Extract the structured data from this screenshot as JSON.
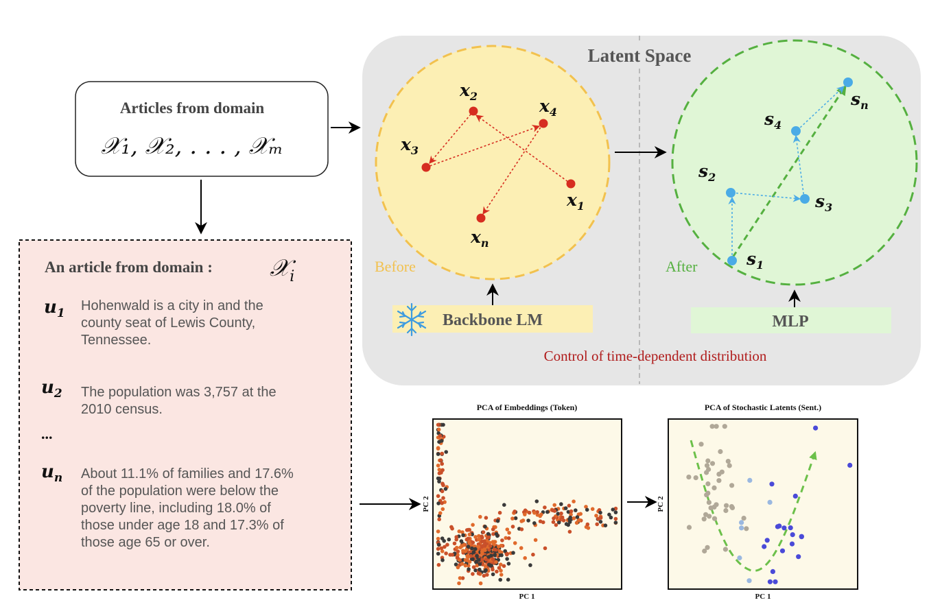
{
  "domain_box": {
    "title": "Articles from domain",
    "formula": "𝒳₁, 𝒳₂, . . . , 𝒳ₘ"
  },
  "article": {
    "title": "An article from domain :",
    "symbol": "𝒳",
    "symbol_sub": "i",
    "sentences": [
      {
        "label": "u",
        "sub": "1",
        "lines": [
          "Hohenwald is a city in and the",
          "county seat of Lewis County,",
          "Tennessee."
        ]
      },
      {
        "label": "u",
        "sub": "2",
        "lines": [
          "The population was 3,757 at the",
          "2010 census."
        ]
      },
      {
        "label": "u",
        "sub": "n",
        "lines": [
          "About 11.1% of families and 17.6%",
          "of the population were below the",
          "poverty line, including 18.0% of",
          "those under age 18 and 17.3% of",
          "those age 65 or over."
        ]
      }
    ],
    "ellipsis": "..."
  },
  "latent": {
    "title": "Latent Space",
    "before_label": "Before",
    "after_label": "After",
    "backbone_label": "Backbone LM",
    "mlp_label": "MLP",
    "control_label": "Control of time-dependent distribution",
    "before_points": [
      {
        "name": "x",
        "sub": "2"
      },
      {
        "name": "x",
        "sub": "4"
      },
      {
        "name": "x",
        "sub": "3"
      },
      {
        "name": "x",
        "sub": "1"
      },
      {
        "name": "x",
        "sub": "n"
      }
    ],
    "after_points": [
      {
        "name": "s",
        "sub": "n"
      },
      {
        "name": "s",
        "sub": "4"
      },
      {
        "name": "s",
        "sub": "2"
      },
      {
        "name": "s",
        "sub": "3"
      },
      {
        "name": "s",
        "sub": "1"
      }
    ]
  },
  "colors": {
    "before_fill": "#fcefb4",
    "before_stroke": "#f2c14e",
    "after_fill": "#e0f6d6",
    "after_stroke": "#55b040",
    "red_point": "#d62d20",
    "blue_point": "#4aabe6",
    "latent_bg": "#e6e6e6",
    "article_bg": "#fbe6e2",
    "control_text": "#b01c1c"
  },
  "chart_data": [
    {
      "type": "scatter",
      "title": "PCA of Embeddings (Token)",
      "xlabel": "PC 1",
      "ylabel": "PC 2",
      "point_colors": [
        "#e06a2c",
        "#3a3a3a",
        "#c9502a"
      ],
      "clusters": [
        {
          "center": [
            -0.5,
            -0.6
          ],
          "count": 360
        },
        {
          "center": [
            0.4,
            -0.15
          ],
          "count": 110
        },
        {
          "center": [
            -0.95,
            0.5
          ],
          "count": 60
        }
      ]
    },
    {
      "type": "scatter",
      "title": "PCA of Stochastic Latents (Sent.)",
      "xlabel": "PC 1",
      "ylabel": "PC 2",
      "series": [
        {
          "color": "#b0a898",
          "count": 40
        },
        {
          "color": "#9ab8e0",
          "count": 6
        },
        {
          "color": "#4a4ad8",
          "count": 17
        }
      ]
    }
  ]
}
